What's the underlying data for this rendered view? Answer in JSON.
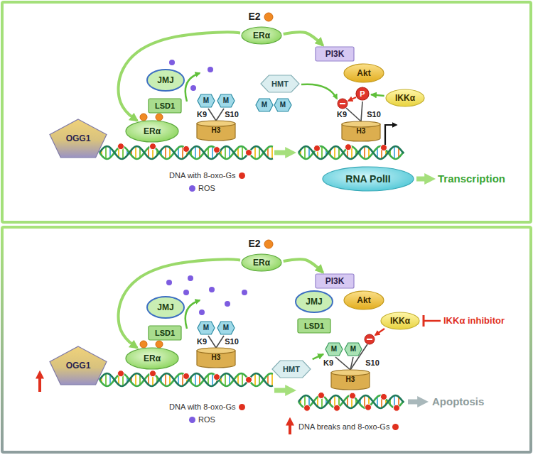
{
  "diagram": {
    "nodes": [
      {
        "text": [
          "ERα"
        ]
      },
      {
        "text": [
          "PI3K"
        ]
      },
      {
        "text": [
          "Akt"
        ]
      },
      {
        "text": [
          "IKKα"
        ]
      },
      {
        "text": [
          "JMJ"
        ]
      },
      {
        "text": [
          "LSD1"
        ]
      },
      {
        "text": [
          "M"
        ]
      },
      {
        "text": [
          "M"
        ]
      },
      {
        "text": [
          "H3"
        ]
      },
      {
        "text": [
          "ERα"
        ]
      },
      {
        "text": [
          "OGG1"
        ]
      },
      {
        "text": [
          "HMT"
        ]
      },
      {
        "text": [
          "M"
        ]
      },
      {
        "text": [
          "M"
        ]
      },
      {
        "text": [
          "P"
        ]
      },
      {
        "text": [
          "H3"
        ]
      },
      {
        "text": [
          "RNA PolII"
        ]
      },
      {
        "text": [
          "ERα"
        ]
      },
      {
        "text": [
          "PI3K"
        ]
      },
      {
        "text": [
          "Akt"
        ]
      },
      {
        "text": [
          "IKKα"
        ]
      },
      {
        "text": [
          "JMJ"
        ]
      },
      {
        "text": [
          "LSD1"
        ]
      },
      {
        "text": [
          "JMJ"
        ]
      },
      {
        "text": [
          "LSD1"
        ]
      },
      {
        "text": [
          "M"
        ]
      },
      {
        "text": [
          "M"
        ]
      },
      {
        "text": [
          "H3"
        ]
      },
      {
        "text": [
          "ERα"
        ]
      },
      {
        "text": [
          "OGG1"
        ]
      },
      {
        "text": [
          "HMT"
        ]
      },
      {
        "text": [
          "M"
        ]
      },
      {
        "text": [
          "M"
        ]
      },
      {
        "text": [
          "H3"
        ]
      }
    ],
    "edges": [
      {
        "from": 0,
        "to": 1,
        "arrow": "to"
      },
      {
        "from": 0,
        "to": 9,
        "arrow": "to"
      },
      {
        "from": 3,
        "to": 14,
        "arrow": "to"
      },
      {
        "from": 17,
        "to": 18,
        "arrow": "to"
      },
      {
        "from": 17,
        "to": 28,
        "arrow": "to"
      },
      {
        "from": 30,
        "to": 31,
        "arrow": "to"
      }
    ],
    "labels": [
      "E2",
      "K9",
      "S10",
      "K9",
      "S10",
      "Transcription",
      "E2",
      "K9",
      "S10",
      "IKKα inhibitor",
      "K9",
      "S10",
      "Apoptosis"
    ],
    "legend": [
      {
        "text": "DNA with 8-oxo-Gs",
        "color": "#e0301e"
      },
      {
        "text": "ROS",
        "color": "#7d5ce0"
      },
      {
        "text": "DNA with 8-oxo-Gs",
        "color": "#e0301e"
      },
      {
        "text": "ROS",
        "color": "#7d5ce0"
      },
      {
        "text": "DNA breaks and 8-oxo-Gs",
        "color": "#e0301e"
      }
    ]
  }
}
